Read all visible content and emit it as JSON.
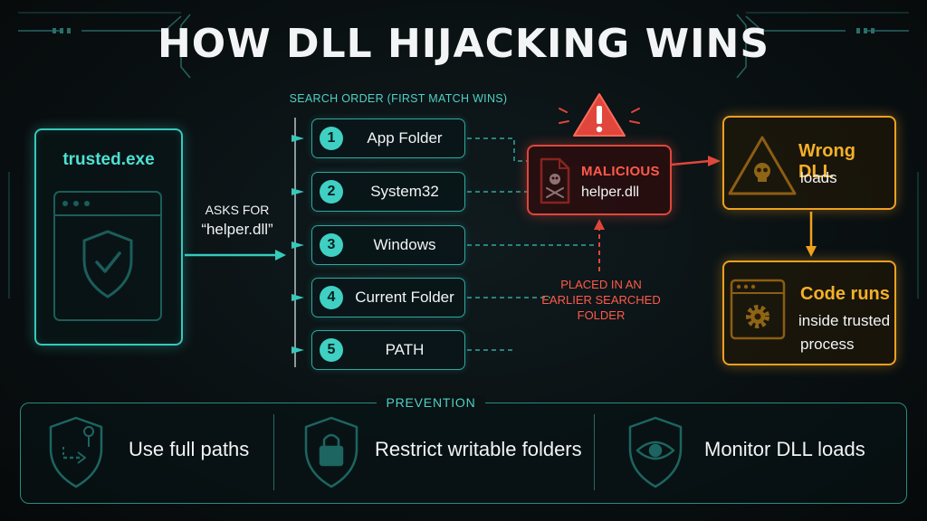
{
  "title": "HOW DLL HIJACKING WINS",
  "subtitle": "SEARCH ORDER (FIRST MATCH WINS)",
  "exe": {
    "name": "trusted.exe"
  },
  "request": {
    "line1": "ASKS FOR",
    "line2": "“helper.dll”"
  },
  "search_order": [
    {
      "num": "1",
      "label": "App Folder"
    },
    {
      "num": "2",
      "label": "System32"
    },
    {
      "num": "3",
      "label": "Windows"
    },
    {
      "num": "4",
      "label": "Current Folder"
    },
    {
      "num": "5",
      "label": "PATH"
    }
  ],
  "malicious": {
    "title": "MALICIOUS",
    "file": "helper.dll"
  },
  "placed_note": {
    "line1": "PLACED IN AN",
    "line2": "EARLIER SEARCHED",
    "line3": "FOLDER"
  },
  "outcomes": [
    {
      "line1": "Wrong DLL",
      "line2": "loads"
    },
    {
      "line1": "Code runs",
      "line2": "inside trusted",
      "line3": "process"
    }
  ],
  "prevention": {
    "label": "PREVENTION",
    "items": [
      {
        "text": "Use full paths",
        "icon": "route-shield-icon"
      },
      {
        "text": "Restrict writable folders",
        "icon": "lock-shield-icon"
      },
      {
        "text": "Monitor DLL loads",
        "icon": "eye-shield-icon"
      }
    ]
  },
  "colors": {
    "teal": "#37c8bc",
    "red": "#e0463c",
    "orange": "#f0a020",
    "background": "#0a1113"
  }
}
